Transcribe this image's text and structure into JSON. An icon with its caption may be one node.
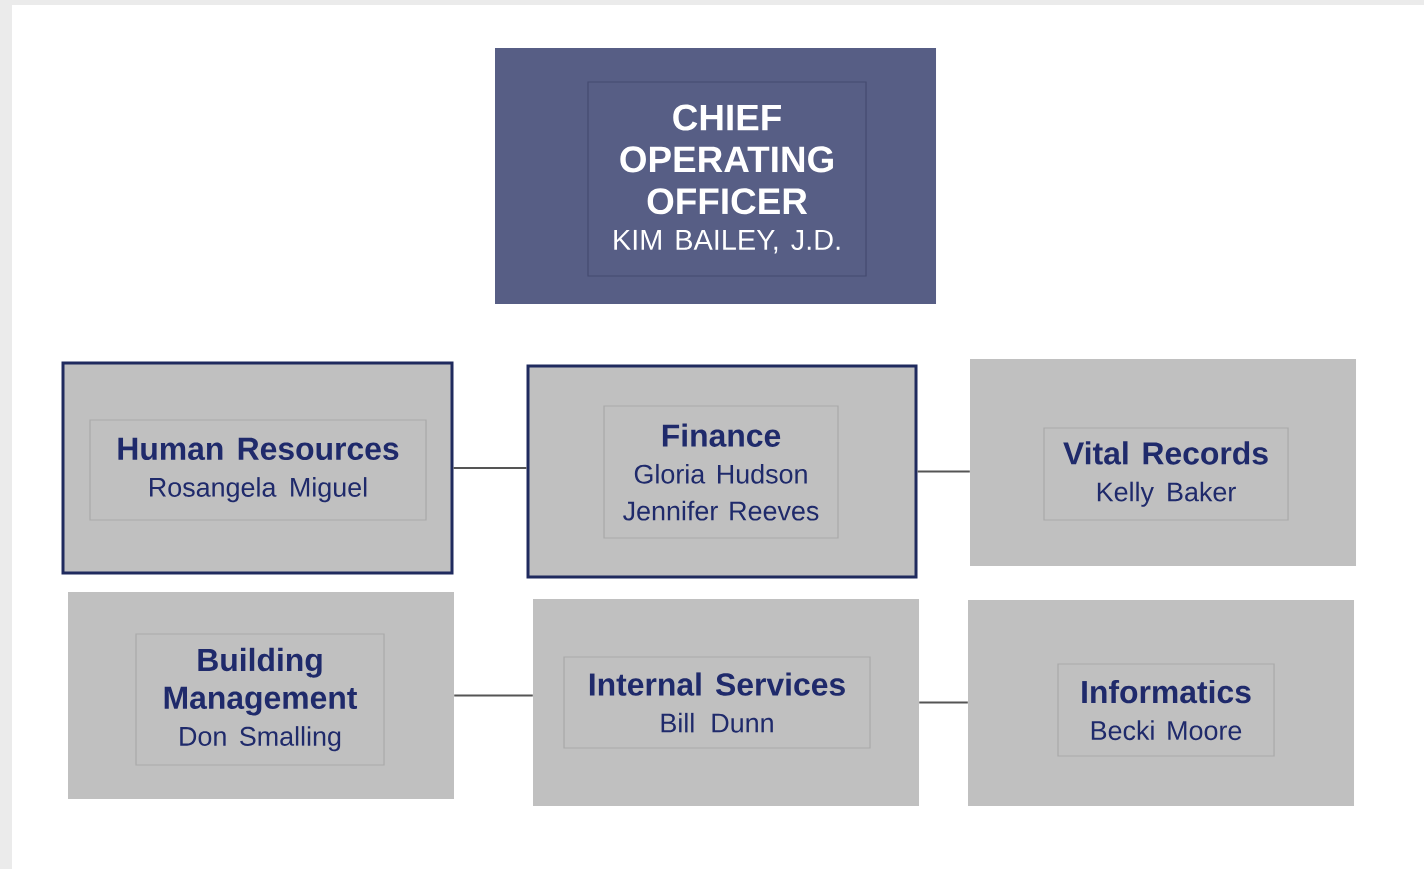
{
  "diagram": {
    "nodes": [
      {
        "text": [],
        "shape": "box"
      },
      {
        "text": [
          "CHIEF OPERATING OFFICER",
          "KIM BAILEY, J.D."
        ],
        "in": 0
      },
      {
        "text": [],
        "shape": "box"
      },
      {
        "text": [
          "Human Resources",
          "Rosangela Miguel"
        ],
        "in": 2
      },
      {
        "text": [],
        "shape": "box"
      },
      {
        "text": [
          "Finance",
          "Gloria Hudson",
          "Jennifer Reeves"
        ],
        "in": 4
      },
      {
        "text": [],
        "shape": "box"
      },
      {
        "text": [
          "Vital Records",
          "Kelly Baker"
        ],
        "in": 6
      },
      {
        "text": [],
        "shape": "box"
      },
      {
        "text": [
          "Building Management",
          "Don Smalling"
        ],
        "in": 8
      },
      {
        "text": [],
        "shape": "box"
      },
      {
        "text": [
          "Internal Services",
          "Bill Dunn"
        ],
        "in": 10
      },
      {
        "text": [],
        "shape": "box"
      },
      {
        "text": [
          "Informatics",
          "Becki Moore"
        ],
        "in": 12
      }
    ],
    "edges": [
      {
        "from": 2,
        "to": 4,
        "arrow": "none"
      },
      {
        "from": 4,
        "to": 6,
        "arrow": "none"
      },
      {
        "from": 8,
        "to": 10,
        "arrow": "none"
      },
      {
        "from": 10,
        "to": 12,
        "arrow": "none"
      }
    ]
  }
}
